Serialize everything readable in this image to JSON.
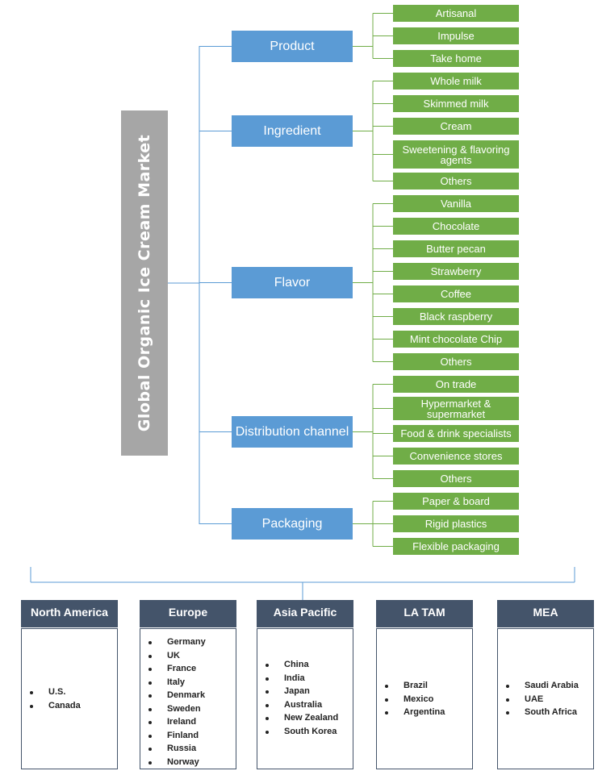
{
  "root": {
    "title": "Global Organic Ice Cream Market"
  },
  "categories": [
    {
      "label": "Product",
      "items": [
        "Artisanal",
        "Impulse",
        "Take home"
      ]
    },
    {
      "label": "Ingredient",
      "items": [
        "Whole milk",
        "Skimmed milk",
        "Cream",
        "Sweetening & flavoring agents",
        "Others"
      ]
    },
    {
      "label": "Flavor",
      "items": [
        "Vanilla",
        "Chocolate",
        "Butter pecan",
        "Strawberry",
        "Coffee",
        "Black raspberry",
        "Mint chocolate Chip",
        "Others"
      ]
    },
    {
      "label": "Distribution channel",
      "items": [
        "On trade",
        "Hypermarket & supermarket",
        "Food & drink specialists",
        "Convenience stores",
        "Others"
      ]
    },
    {
      "label": "Packaging",
      "items": [
        "Paper & board",
        "Rigid plastics",
        "Flexible packaging"
      ]
    }
  ],
  "regions": [
    {
      "name": "North America",
      "countries": [
        "U.S.",
        "Canada"
      ]
    },
    {
      "name": "Europe",
      "countries": [
        "Germany",
        "UK",
        "France",
        "Italy",
        "Denmark",
        "Sweden",
        "Ireland",
        "Finland",
        "Russia",
        "Norway"
      ]
    },
    {
      "name": "Asia Pacific",
      "countries": [
        "China",
        "India",
        "Japan",
        "Australia",
        "New Zealand",
        "South Korea"
      ]
    },
    {
      "name": "LA TAM",
      "countries": [
        "Brazil",
        "Mexico",
        "Argentina"
      ]
    },
    {
      "name": "MEA",
      "countries": [
        "Saudi Arabia",
        "UAE",
        "South Africa"
      ]
    }
  ],
  "colors": {
    "root": "#a6a6a6",
    "category": "#5b9bd5",
    "item": "#70ad47",
    "region_header": "#44546a",
    "connector": "#5b9bd5",
    "item_connector": "#70ad47"
  }
}
